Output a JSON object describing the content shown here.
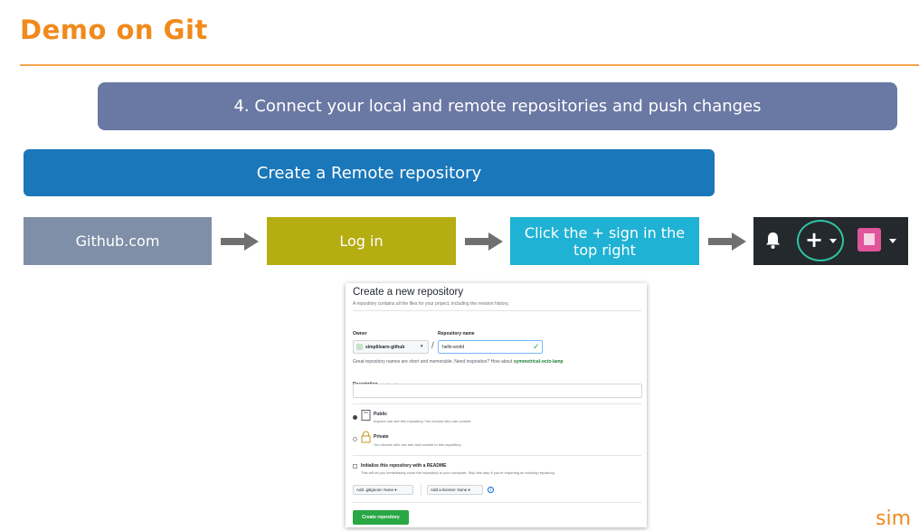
{
  "slide": {
    "title": "Demo on Git",
    "step_banner": "4. Connect your local and remote repositories and push changes",
    "sub_banner": "Create a Remote repository",
    "flow_steps": [
      "Github.com",
      "Log in",
      "Click the + sign in the top right"
    ],
    "logo_fragment": "sim"
  },
  "github_toolbar": {
    "icons": [
      "bell-icon",
      "plus-icon",
      "avatar"
    ],
    "plus_label": "+"
  },
  "repo_form": {
    "heading": "Create a new repository",
    "subheading": "A repository contains all the files for your project, including the revision history.",
    "owner_label": "Owner",
    "owner_value": "simplilearn-github",
    "separator": "/",
    "repo_name_label": "Repository name",
    "repo_name_value": "hello-world",
    "name_hint": "Great repository names are short and memorable. Need inspiration? How about",
    "name_suggestion": "symmetrical-octo-lamp",
    "description_label": "Description",
    "description_optional": "(optional)",
    "public_label": "Public",
    "public_desc": "Anyone can see this repository. You choose who can commit.",
    "private_label": "Private",
    "private_desc": "You choose who can see and commit to this repository.",
    "readme_label": "Initialize this repository with a README",
    "readme_desc": "This will let you immediately clone the repository to your computer. Skip this step if you're importing an existing repository.",
    "gitignore_label": "Add .gitignore: None ▾",
    "license_label": "Add a license: None ▾",
    "create_button": "Create repository",
    "colors": {
      "create_button": "#28a745",
      "suggestion": "#1e7f34"
    }
  }
}
